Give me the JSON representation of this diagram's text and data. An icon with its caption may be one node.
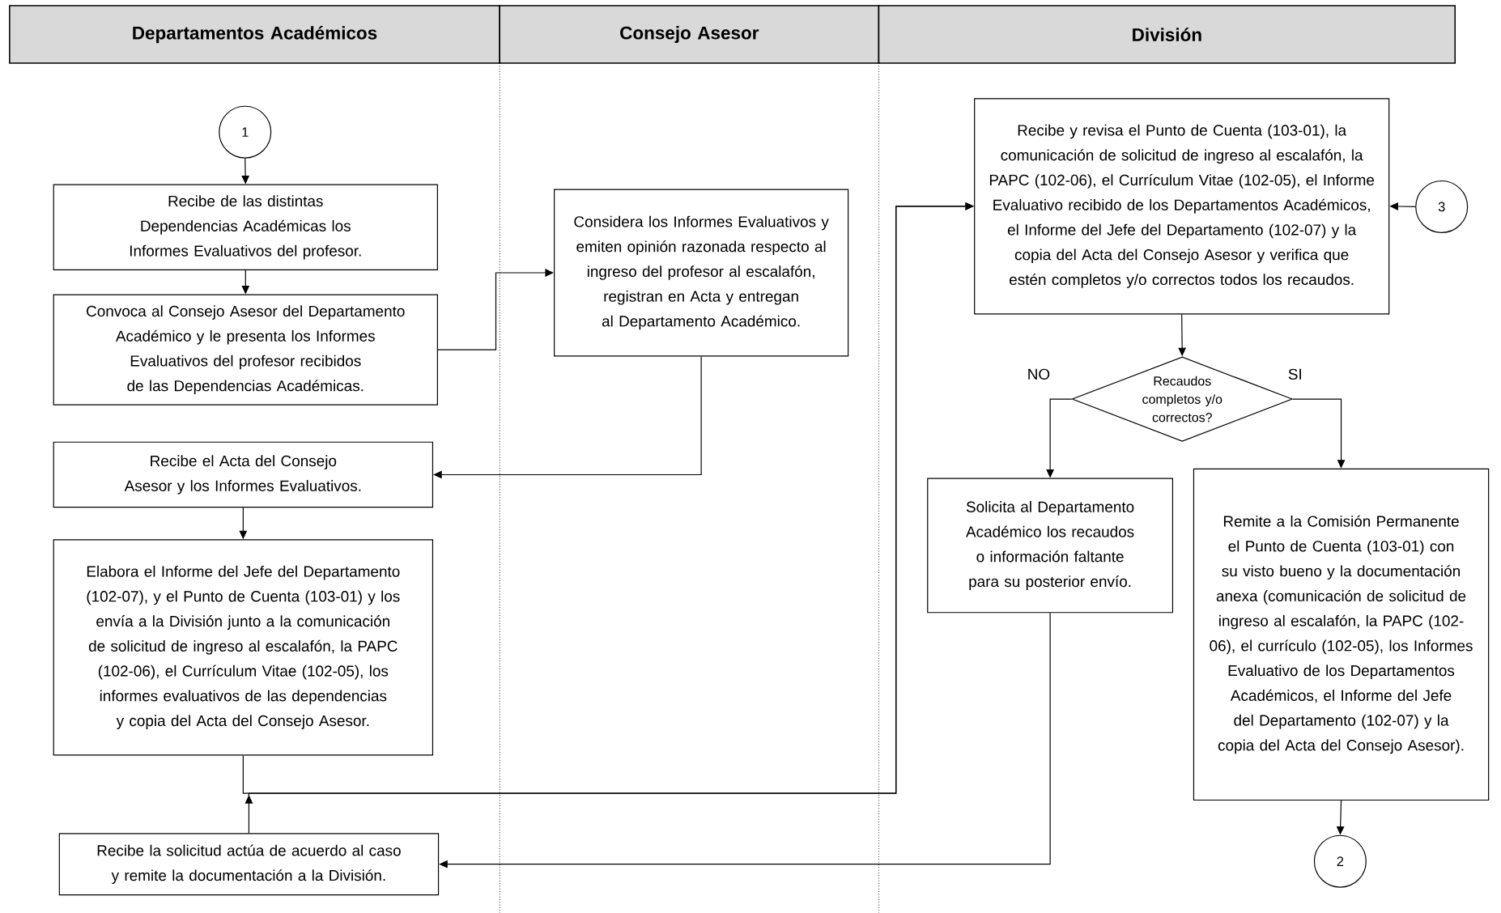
{
  "diagram": {
    "nodes": [
      {
        "text": [
          "Departamentos Académicos"
        ]
      },
      {
        "text": [
          "Consejo Asesor"
        ]
      },
      {
        "text": [
          "División"
        ]
      },
      {
        "text": [
          "1"
        ]
      },
      {
        "text": [
          "Recibe de las distintas Dependencias Académicas los Informes Evaluativos del profesor."
        ]
      },
      {
        "text": [
          "Convoca al Consejo Asesor del Departamento Académico y le presenta los Informes Evaluativos del profesor recibidos de las Dependencias Académicas."
        ]
      },
      {
        "text": [
          "Considera los Informes Evaluativos y emiten opinión razonada respecto al ingreso del profesor al escalafón, registran en Acta y entregan al Departamento Académico."
        ]
      },
      {
        "text": [
          "Recibe el Acta del Consejo Asesor y los Informes Evaluativos."
        ]
      },
      {
        "text": [
          "Elabora el Informe del Jefe del Departamento (102-07), y el Punto de Cuenta (103-01) y los envía a la División junto a la comunicación de solicitud de ingreso al escalafón, la PAPC (102-06), el Currículum Vitae (102-05), los informes evaluativos de las dependencias y copia del Acta del Consejo Asesor."
        ]
      },
      {
        "text": [
          "Recibe la solicitud actúa de acuerdo al caso y remite la documentación a la División."
        ]
      },
      {
        "text": [
          "Recibe y revisa el Punto de Cuenta (103-01), la comunicación de solicitud de ingreso al escalafón, la PAPC (102-06), el Currículum Vitae (102-05), el Informe Evaluativo recibido de los Departamentos Académicos, el Informe del Jefe del Departamento (102-07) y la copia del Acta del Consejo Asesor y verifica que estén completos y/o correctos todos los recaudos."
        ]
      },
      {
        "text": [
          "3"
        ]
      },
      {
        "text": [
          "Recaudos completos y/o correctos?"
        ]
      },
      {
        "text": [
          "Solicita al Departamento Académico los recaudos o información faltante para su posterior envío."
        ]
      },
      {
        "text": [
          "Remite a la Comisión Permanente el Punto de Cuenta (103-01) con su visto bueno y la documentación anexa (comunicación de solicitud de ingreso al escalafón, la PAPC (102-06), el currículo (102-05), los Informes Evaluativo de los Departamentos Académicos, el Informe del Jefe del Departamento (102-07) y la copia del Acta del Consejo Asesor)."
        ]
      },
      {
        "text": [
          "2"
        ]
      }
    ],
    "edges": [
      {
        "from": 3,
        "to": 4,
        "arrow": "to"
      },
      {
        "from": 4,
        "to": 5,
        "arrow": "to"
      },
      {
        "from": 5,
        "to": 6,
        "arrow": "to"
      },
      {
        "from": 6,
        "to": 7,
        "arrow": "to"
      },
      {
        "from": 7,
        "to": 8,
        "arrow": "to"
      },
      {
        "from": 8,
        "to": 10,
        "arrow": "to"
      },
      {
        "from": 11,
        "to": 10,
        "arrow": "to"
      },
      {
        "from": 10,
        "to": 12,
        "arrow": "to"
      },
      {
        "from": 12,
        "to": 13,
        "arrow": "to",
        "label": "NO"
      },
      {
        "from": 12,
        "to": 14,
        "arrow": "to",
        "label": "SI"
      },
      {
        "from": 13,
        "to": 9,
        "arrow": "to"
      },
      {
        "from": 9,
        "to": 10,
        "arrow": "to"
      },
      {
        "from": 14,
        "to": 15,
        "arrow": "to"
      }
    ]
  }
}
